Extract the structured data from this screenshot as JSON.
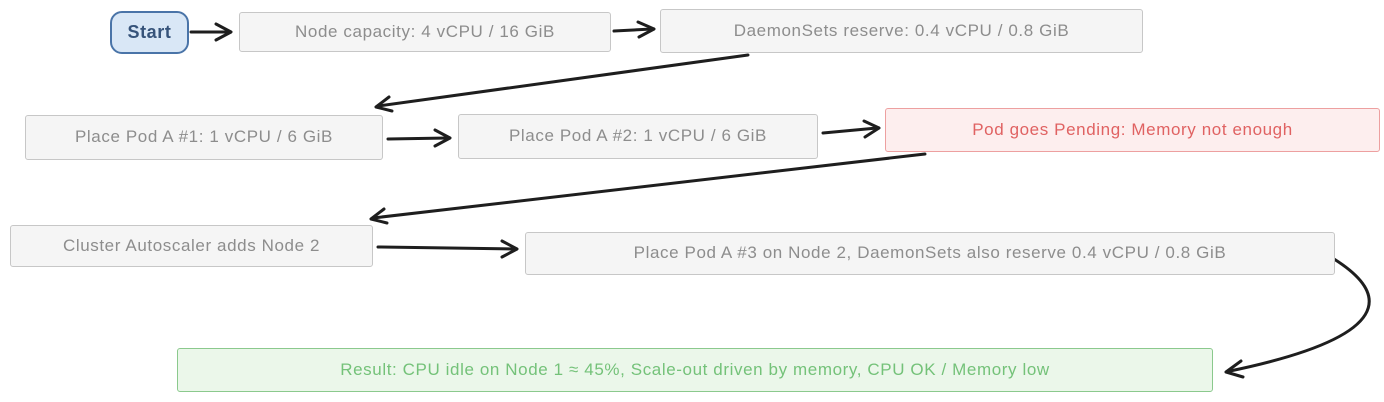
{
  "diagram": {
    "title": "Kubernetes memory-driven scale-out flowchart",
    "style": "hand-drawn flowchart",
    "palette": {
      "arrow": "#1e1e1e",
      "step_fill": "#f5f5f5",
      "step_border": "#c7c7c7",
      "step_text": "#8d8d8d",
      "start_fill": "#d9e7f6",
      "start_border": "#4a74a8",
      "start_text": "#36537a",
      "warning_fill": "#fdeeee",
      "warning_border": "#eda0a0",
      "warning_text": "#e06262",
      "success_fill": "#ebf7ea",
      "success_border": "#8bc98d",
      "success_text": "#74c279"
    },
    "nodes": [
      {
        "id": "start",
        "kind": "start",
        "label": "Start"
      },
      {
        "id": "node-capacity",
        "kind": "step",
        "label": "Node capacity: 4 vCPU / 16 GiB"
      },
      {
        "id": "daemonsets-reserve",
        "kind": "step",
        "label": "DaemonSets reserve: 0.4 vCPU / 0.8 GiB"
      },
      {
        "id": "place-pod-a1",
        "kind": "step",
        "label": "Place Pod A #1: 1 vCPU / 6 GiB"
      },
      {
        "id": "place-pod-a2",
        "kind": "step",
        "label": "Place Pod A #2: 1 vCPU / 6 GiB"
      },
      {
        "id": "pod-pending",
        "kind": "warning",
        "label": "Pod goes Pending: Memory not enough"
      },
      {
        "id": "cluster-autoscaler",
        "kind": "step",
        "label": "Cluster Autoscaler adds Node 2"
      },
      {
        "id": "place-pod-a3",
        "kind": "step",
        "label": "Place Pod A #3 on Node 2, DaemonSets also reserve 0.4 vCPU / 0.8 GiB"
      },
      {
        "id": "result",
        "kind": "success",
        "label": "Result: CPU idle on Node 1 ≈ 45%, Scale-out driven by memory, CPU OK / Memory low"
      }
    ],
    "edges": [
      {
        "from": "start",
        "to": "node-capacity"
      },
      {
        "from": "node-capacity",
        "to": "daemonsets-reserve"
      },
      {
        "from": "daemonsets-reserve",
        "to": "place-pod-a1"
      },
      {
        "from": "place-pod-a1",
        "to": "place-pod-a2"
      },
      {
        "from": "place-pod-a2",
        "to": "pod-pending"
      },
      {
        "from": "pod-pending",
        "to": "cluster-autoscaler"
      },
      {
        "from": "cluster-autoscaler",
        "to": "place-pod-a3"
      },
      {
        "from": "place-pod-a3",
        "to": "result"
      }
    ]
  }
}
